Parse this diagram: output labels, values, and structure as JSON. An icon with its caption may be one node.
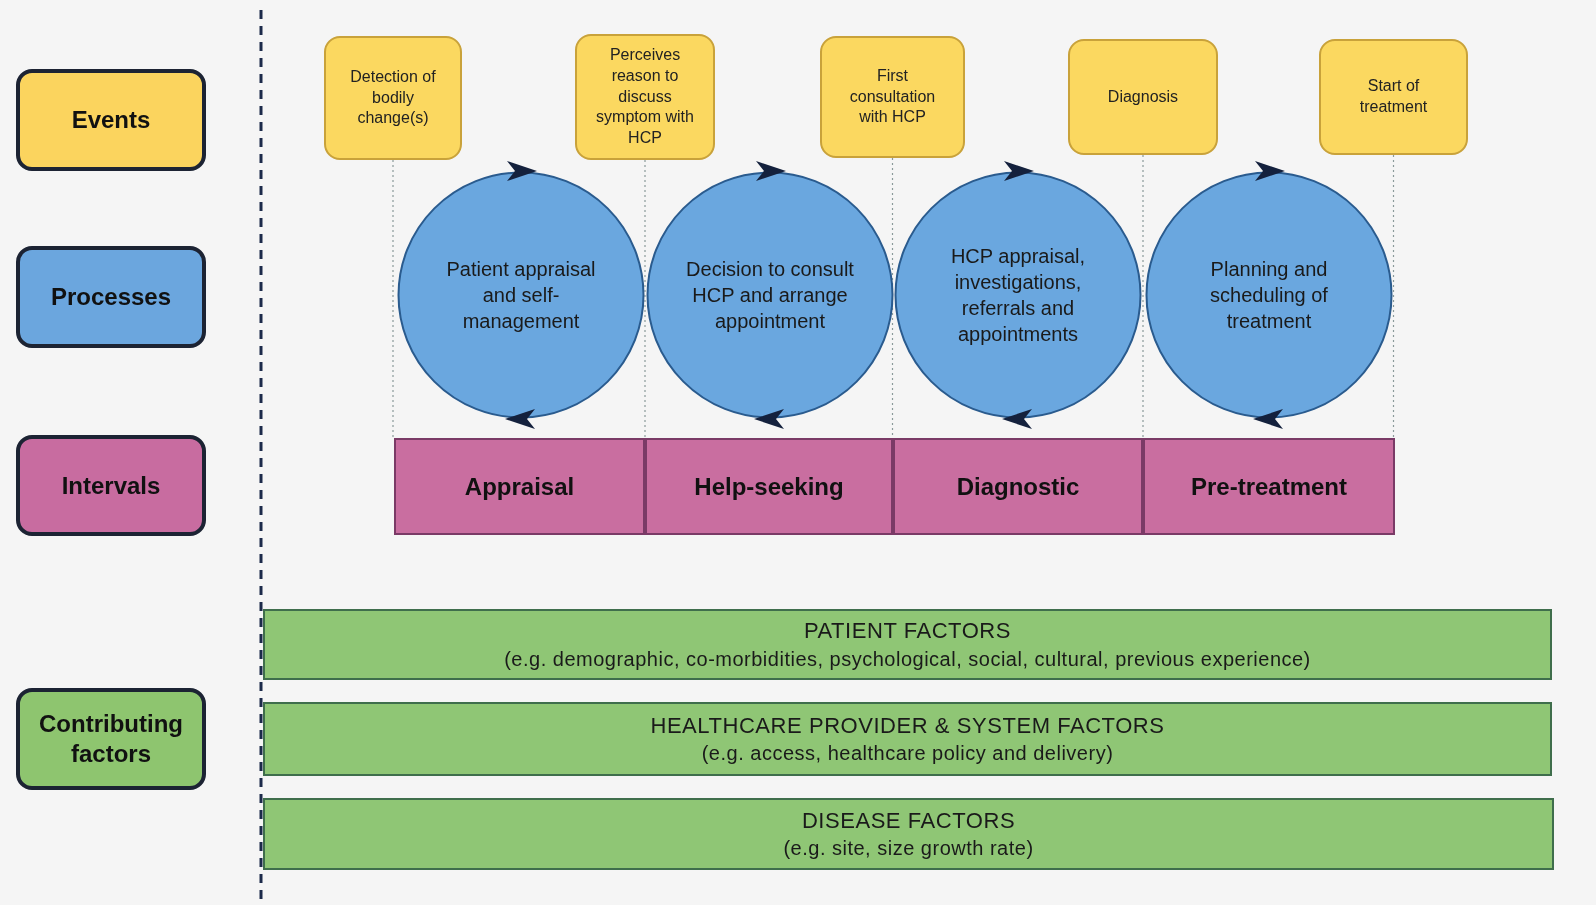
{
  "diagram": {
    "nodes": [
      {
        "text": [
          "Events"
        ]
      },
      {
        "text": [
          "Processes"
        ]
      },
      {
        "text": [
          "Intervals"
        ]
      },
      {
        "text": [
          "Contributing factors"
        ]
      },
      {
        "text": [
          "Detection of bodily change(s)"
        ]
      },
      {
        "text": [
          "Perceives reason to discuss symptom with HCP"
        ]
      },
      {
        "text": [
          "First consultation with HCP"
        ]
      },
      {
        "text": [
          "Diagnosis"
        ]
      },
      {
        "text": [
          "Start of treatment"
        ]
      },
      {
        "text": [
          "Patient appraisal and self-management"
        ]
      },
      {
        "text": [
          "Decision to consult HCP and arrange appointment"
        ]
      },
      {
        "text": [
          "HCP appraisal, investigations, referrals and appointments"
        ]
      },
      {
        "text": [
          "Planning and scheduling of treatment"
        ]
      },
      {
        "text": [
          "Appraisal"
        ]
      },
      {
        "text": [
          "Help-seeking"
        ]
      },
      {
        "text": [
          "Diagnostic"
        ]
      },
      {
        "text": [
          "Pre-treatment"
        ]
      },
      {
        "text": [
          "PATIENT FACTORS",
          "(e.g. demographic, co-morbidities, psychological, social, cultural, previous experience)"
        ]
      },
      {
        "text": [
          "HEALTHCARE PROVIDER & SYSTEM FACTORS",
          "(e.g. access, healthcare policy and delivery)"
        ]
      },
      {
        "text": [
          "DISEASE FACTORS",
          "(e.g. site, size growth rate)"
        ]
      }
    ],
    "edges": [
      {
        "from": 4,
        "to": 13,
        "arrow": "none",
        "style": "dashed"
      },
      {
        "from": 5,
        "to": 14,
        "arrow": "none",
        "style": "dashed"
      },
      {
        "from": 6,
        "to": 15,
        "arrow": "none",
        "style": "dashed"
      },
      {
        "from": 7,
        "to": 16,
        "arrow": "none",
        "style": "dashed"
      },
      {
        "from": 8,
        "to": 16,
        "arrow": "none",
        "style": "dashed"
      }
    ]
  }
}
